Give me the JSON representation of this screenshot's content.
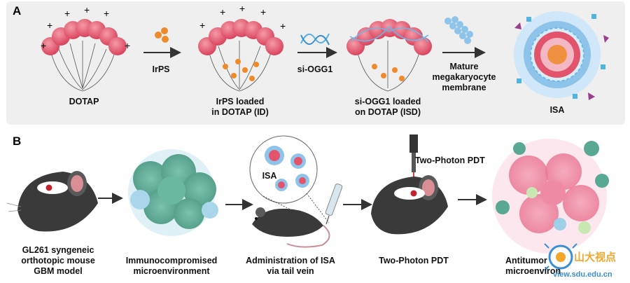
{
  "panel_a": {
    "letter": "A",
    "steps": [
      {
        "label": "DOTAP"
      },
      {
        "label_line1": "IrPS loaded",
        "label_line2": "in DOTAP (ID)"
      },
      {
        "label_line1": "si-OGG1 loaded",
        "label_line2": "on DOTAP (ISD)"
      },
      {
        "label": "ISA"
      }
    ],
    "arrows": [
      {
        "label": "IrPS"
      },
      {
        "label": "si-OGG1"
      },
      {
        "label_line1": "Mature",
        "label_line2": "megakaryocyte",
        "label_line3": "membrane"
      }
    ],
    "charge_symbol": "+"
  },
  "panel_b": {
    "letter": "B",
    "steps": [
      {
        "line1": "GL261 syngeneic",
        "line2": "orthotopic mouse",
        "line3": "GBM model"
      },
      {
        "line1": "Immunocompromised",
        "line2": "microenvironment"
      },
      {
        "line1": "Administration of ISA",
        "line2": "via tail vein"
      },
      {
        "line1": "Two-Photon PDT"
      },
      {
        "line1": "Antitumor",
        "line2": "microenviron"
      }
    ],
    "inset_label": "ISA",
    "laser_label": "Two-Photon PDT"
  },
  "watermark": {
    "text": "山大视点",
    "url": "view.sdu.edu.cn"
  },
  "colors": {
    "lipid_head": "#e2546b",
    "irps": "#ef8a2a",
    "membrane": "#8fc4ea",
    "tumor": "#5fae98",
    "arrow": "#333333"
  }
}
